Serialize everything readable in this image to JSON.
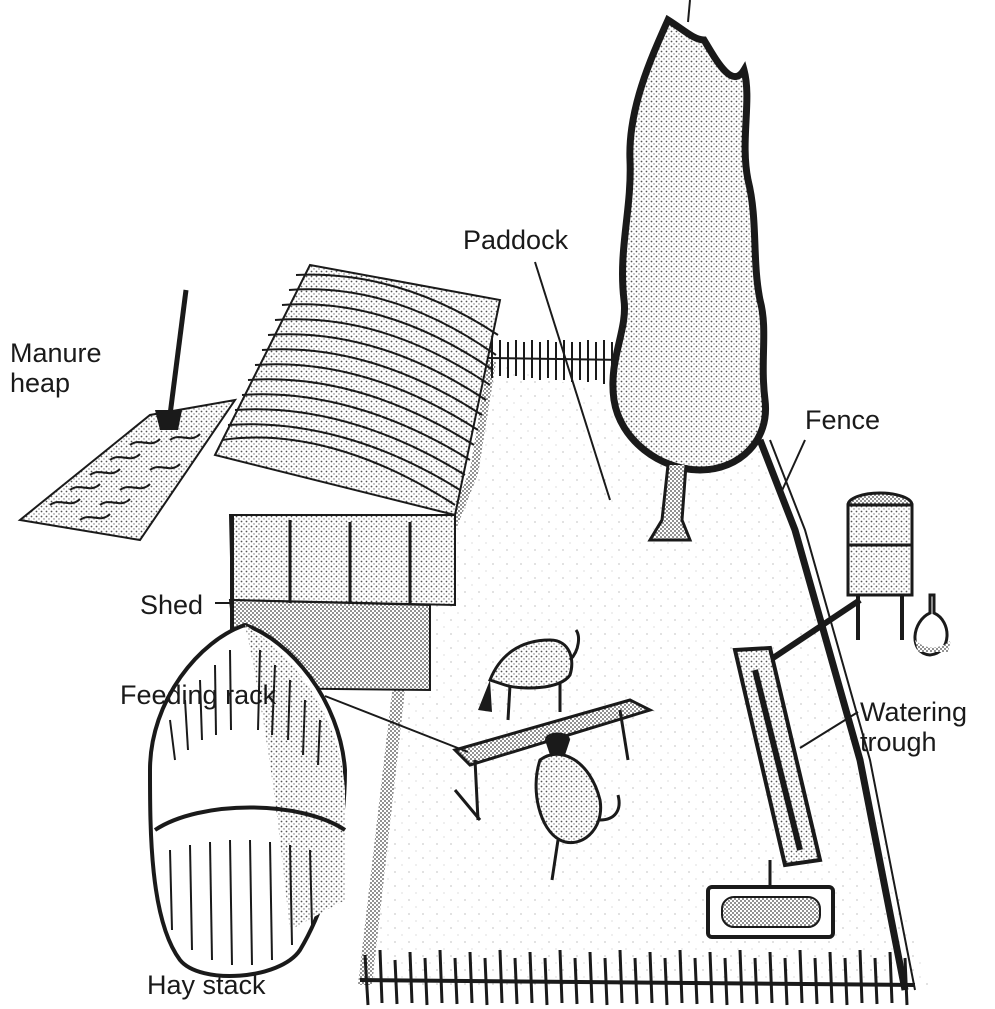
{
  "labels": {
    "paddock": "Paddock",
    "manure_line1": "Manure",
    "manure_line2": "heap",
    "fence": "Fence",
    "shed": "Shed",
    "feeding_rack": "Feeding rack",
    "watering_line1": "Watering",
    "watering_line2": "trough",
    "hay_stack": "Hay stack"
  },
  "colors": {
    "ink": "#1a1a1a",
    "stipple": "#8a8a8a",
    "paper": "#ffffff"
  }
}
